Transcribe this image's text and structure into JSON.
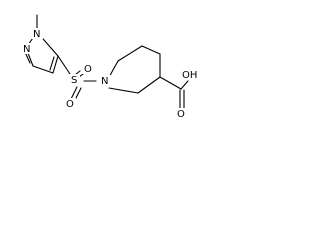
{
  "molecule": {
    "atoms": {
      "n_methyl": "N",
      "n_pyrazole": "N",
      "n_piperidine": "N",
      "sulfur": "S",
      "sulfonyl_o_top": "O",
      "sulfonyl_o_bottom": "O",
      "carbonyl_o": "O",
      "hydroxyl": "OH"
    }
  }
}
